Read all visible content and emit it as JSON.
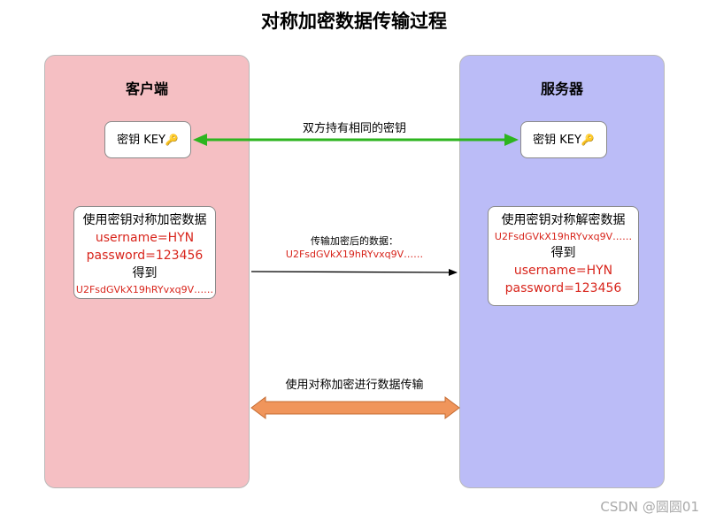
{
  "title": "对称加密数据传输过程",
  "client": {
    "title": "客户端",
    "key_label": "密钥 KEY",
    "key_icon": "key-icon",
    "process": {
      "line1": "使用密钥对称加密数据",
      "username": "username=HYN",
      "password": "password=123456",
      "result_label": "得到",
      "ciphertext": "U2FsdGVkX19hRYvxq9V……"
    }
  },
  "server": {
    "title": "服务器",
    "key_label": "密钥 KEY",
    "key_icon": "key-icon",
    "process": {
      "line1": "使用密钥对称解密数据",
      "ciphertext": "U2FsdGVkX19hRYvxq9V……",
      "result_label": "得到",
      "username": "username=HYN",
      "password": "password=123456"
    }
  },
  "arrows": {
    "shared_key_label": "双方持有相同的密钥",
    "transmit_label": "传输加密后的数据：",
    "transmit_data": "U2FsdGVkX19hRYvxq9V……",
    "symmetric_label": "使用对称加密进行数据传输"
  },
  "watermark": "CSDN @圆圆01",
  "colors": {
    "client_panel": "#f5bfc3",
    "server_panel": "#bbbcf7",
    "key_arrow": "#2db51f",
    "transfer_arrow": "#f0955b",
    "cipher_text": "#d8251c"
  }
}
